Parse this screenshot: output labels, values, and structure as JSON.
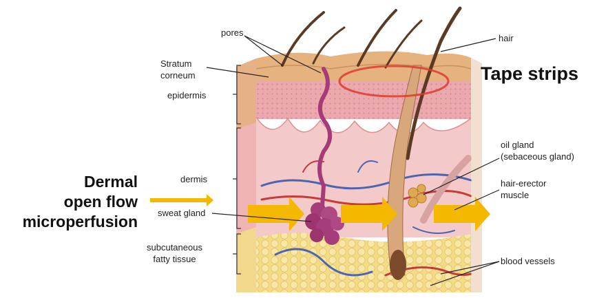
{
  "overlay_titles": {
    "right": "Tape strips",
    "left_line1": "Dermal",
    "left_line2": "open flow",
    "left_line3": "microperfusion"
  },
  "labels": {
    "pores": "pores",
    "hair": "hair",
    "stratum_line1": "Stratum",
    "stratum_line2": "corneum",
    "epidermis": "epidermis",
    "dermis": "dermis",
    "sweat_gland": "sweat gland",
    "subcut_line1": "subcutaneous",
    "subcut_line2": "fatty tissue",
    "oil_gland_line1": "oil gland",
    "oil_gland_line2": "(sebaceous gland)",
    "hair_erector_line1": "hair-erector",
    "hair_erector_line2": "muscle",
    "blood_vessels": "blood vessels"
  },
  "colors": {
    "arrow": "#F5B800",
    "tape_ellipse": "#E03A2E",
    "epidermis": "#E9B98A",
    "dermis": "#F2C3C3",
    "fat": "#F3DE8A",
    "hair": "#5A3A22",
    "gland": "#A43D7A"
  }
}
